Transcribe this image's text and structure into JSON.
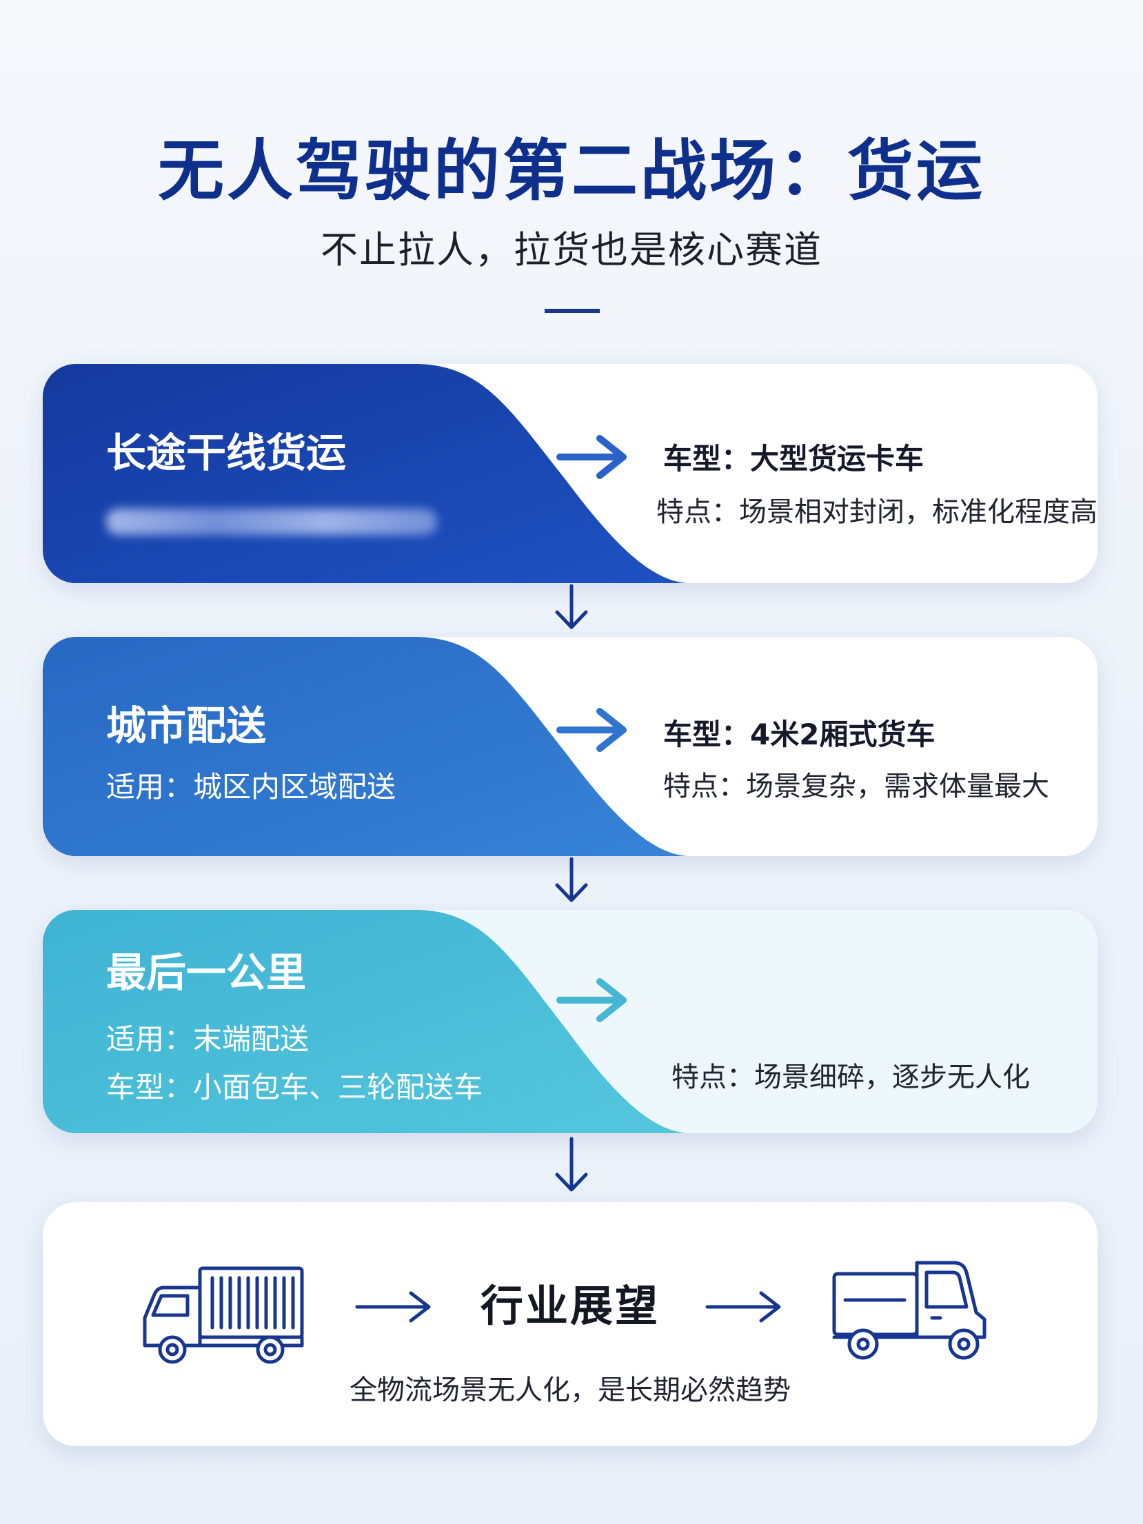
{
  "header": {
    "title": "无人驾驶的第二战场：货运",
    "subtitle": "不止拉人，拉货也是核心赛道"
  },
  "stages": [
    {
      "name": "长途干线货运",
      "lines": [],
      "vehicle": "车型：大型货运卡车",
      "feature": "特点：场景相对封闭，标准化程度高",
      "color": "#1a46b3"
    },
    {
      "name": "城市配送",
      "lines": [
        "适用：城区内区域配送"
      ],
      "vehicle": "车型：4米2厢式货车",
      "feature": "特点：场景复杂，需求体量最大",
      "color": "#2d74cc"
    },
    {
      "name": "最后一公里",
      "lines": [
        "适用：末端配送",
        "车型：小面包车、三轮配送车"
      ],
      "vehicle": "",
      "feature": "特点：场景细碎，逐步无人化",
      "color": "#48bcd6"
    }
  ],
  "outlook": {
    "title": "行业展望",
    "description": "全物流场景无人化，是长期必然趋势",
    "icons": [
      "box-truck-icon",
      "arrow-right-icon",
      "delivery-tricycle-icon"
    ]
  },
  "colors": {
    "title": "#0f2f8c",
    "arrow": "#17368f",
    "stage1": "#1a46b3",
    "stage2": "#2d74cc",
    "stage3": "#48bcd6"
  }
}
